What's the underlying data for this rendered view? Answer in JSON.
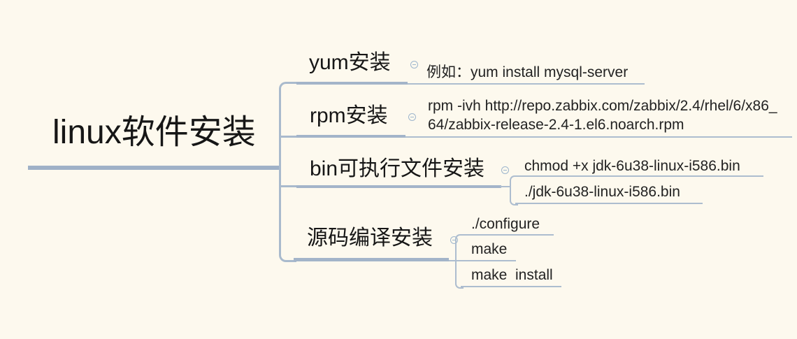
{
  "canvas": {
    "background_color": "#fdf9ee",
    "text_color": "#1a1a1a",
    "root_line_color": "#9fb1c7",
    "branch_line_color": "#a3b4c9",
    "child_line_color": "#adbdcf",
    "collapse_icon_color": "#9db6cd"
  },
  "mindmap": {
    "root": {
      "label": "linux软件安装"
    },
    "branches": [
      {
        "label": "yum安装",
        "collapse_icon": "minus-circle",
        "children": [
          {
            "label": "例如：yum install mysql-server"
          }
        ]
      },
      {
        "label": "rpm安装",
        "collapse_icon": "minus-circle",
        "children": [
          {
            "label": "rpm -ivh http://repo.zabbix.com/zabbix/2.4/rhel/6/x86_64/zabbix-release-2.4-1.el6.noarch.rpm"
          }
        ]
      },
      {
        "label": "bin可执行文件安装",
        "collapse_icon": "minus-circle",
        "children": [
          {
            "label": "chmod +x jdk-6u38-linux-i586.bin"
          },
          {
            "label": "./jdk-6u38-linux-i586.bin"
          }
        ]
      },
      {
        "label": "源码编译安装",
        "collapse_icon": "minus-circle",
        "children": [
          {
            "label": "./configure"
          },
          {
            "label": "make"
          },
          {
            "label": "make  install"
          }
        ]
      }
    ]
  }
}
